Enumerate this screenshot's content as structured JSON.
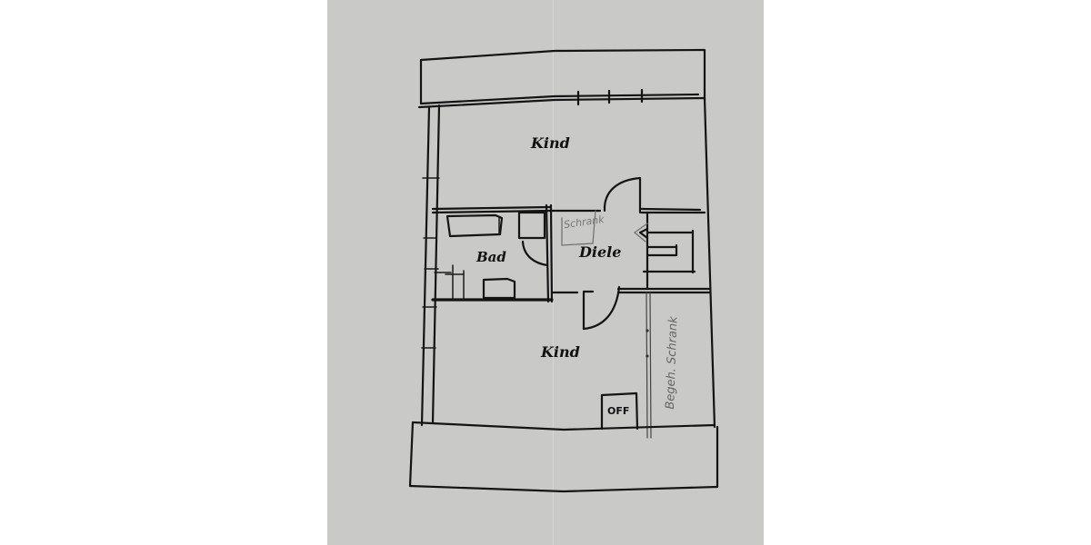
{
  "document": {
    "type": "hand-drawn floor plan sketch (attic floor)",
    "paper_color": "#c9c9c7",
    "ink_color": "#141414",
    "pencil_color": "#777777"
  },
  "rooms": {
    "kind_top": {
      "label": "Kind"
    },
    "bad": {
      "label": "Bad"
    },
    "diele": {
      "label": "Diele"
    },
    "kind_bottom": {
      "label": "Kind"
    }
  },
  "annotations": {
    "schrank": "Schrank",
    "begeh_schrank": "Begeh. Schrank",
    "off_box": "OFF"
  }
}
